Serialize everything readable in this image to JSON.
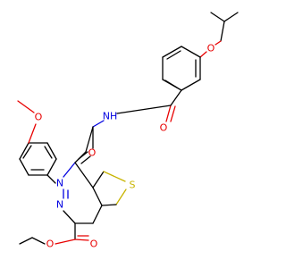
{
  "colors": {
    "background": "#ffffff",
    "bond": "#000000",
    "oxygen": "#e80000",
    "nitrogen": "#0000e0",
    "sulfur": "#c8b400"
  },
  "atoms": {
    "o_isopropoxy": "O",
    "o_amide": "O",
    "nh_amide": "NH",
    "o_methoxy": "O",
    "o_ring_ketone": "O",
    "n_ring_upper": "N",
    "n_ring_lower": "N",
    "s_thiophene": "S",
    "o_ester_carbonyl": "O",
    "o_ester_single": "O"
  }
}
